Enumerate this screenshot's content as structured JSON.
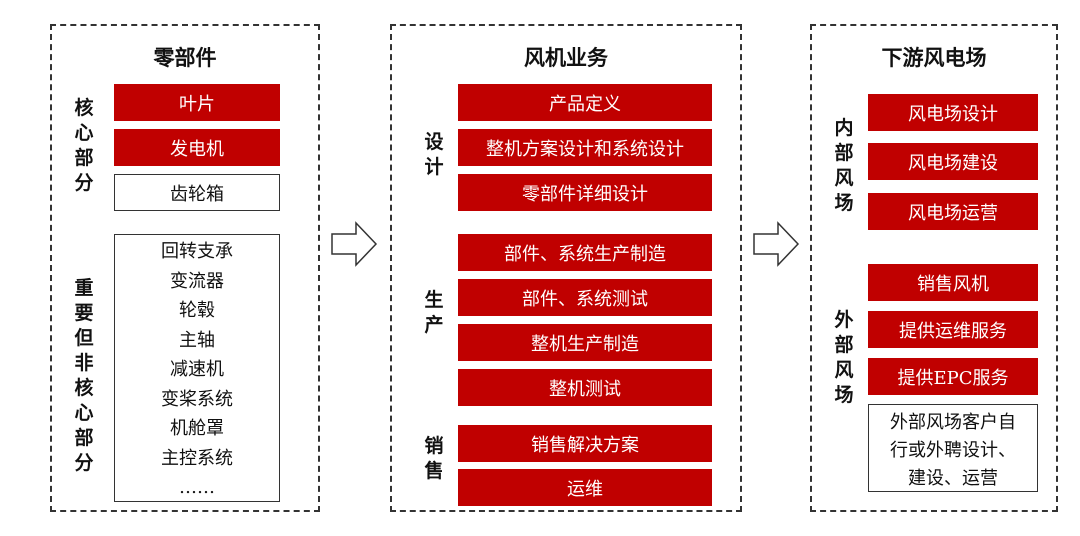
{
  "components": {
    "title": "零部件",
    "core_label": [
      "核",
      "心",
      "部",
      "分"
    ],
    "core_items": [
      "叶片",
      "发电机",
      "齿轮箱"
    ],
    "noncore_label": [
      "重",
      "要",
      "但",
      "非",
      "核",
      "心",
      "部",
      "分"
    ],
    "noncore_items": [
      "回转支承",
      "变流器",
      "轮毂",
      "主轴",
      "减速机",
      "变桨系统",
      "机舱罩",
      "主控系统",
      "……"
    ]
  },
  "turbine": {
    "title": "风机业务",
    "design_label": [
      "设",
      "计"
    ],
    "design_items": [
      "产品定义",
      "整机方案设计和系统设计",
      "零部件详细设计"
    ],
    "production_label": [
      "生",
      "产"
    ],
    "production_items": [
      "部件、系统生产制造",
      "部件、系统测试",
      "整机生产制造",
      "整机测试"
    ],
    "sales_label": [
      "销",
      "售"
    ],
    "sales_items": [
      "销售解决方案",
      "运维"
    ]
  },
  "windfarm": {
    "title": "下游风电场",
    "internal_label": [
      "内",
      "部",
      "风",
      "场"
    ],
    "internal_items": [
      "风电场设计",
      "风电场建设",
      "风电场运营"
    ],
    "external_label": [
      "外",
      "部",
      "风",
      "场"
    ],
    "external_items": [
      "销售风机",
      "提供运维服务",
      "提供EPC服务"
    ],
    "external_note": [
      "外部风场客户自",
      "行或外聘设计、",
      "建设、运营"
    ]
  },
  "colors": {
    "accent_red": "#c00000",
    "border": "#333333"
  }
}
